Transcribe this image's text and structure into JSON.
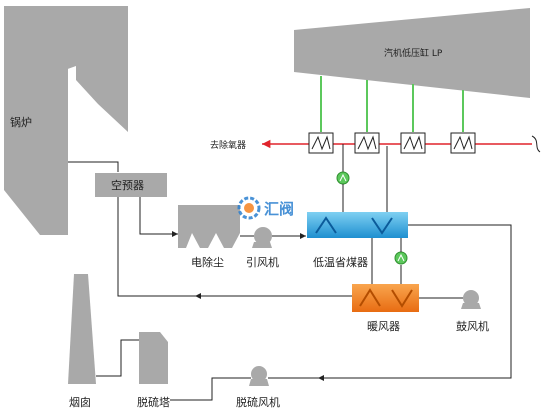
{
  "labels": {
    "boiler": "锅炉",
    "turbine": "汽机低压缸 LP",
    "deaerator": "去除氧器",
    "air_preheater": "空预器",
    "esp": "电除尘",
    "id_fan": "引风机",
    "economizer": "低温省煤器",
    "air_heater": "暖风器",
    "fd_fan": "鼓风机",
    "chimney": "烟囱",
    "desulfur_tower": "脱硫塔",
    "desulfur_fan": "脱硫风机",
    "logo": "汇阀"
  },
  "colors": {
    "equipment_gray": "#a9a9a9",
    "extraction_green": "#5cc85c",
    "condensate_red": "#e0242c",
    "economizer_blue": "#29abe2",
    "heater_orange": "#f58220",
    "pipe_black": "#222222",
    "logo_blue": "#2a7fd0"
  },
  "icons": {
    "heat_exchanger": "zigzag-coil-icon",
    "pump": "green-pump-icon",
    "fan": "fan-icon",
    "logo": "valve-logo-icon"
  }
}
